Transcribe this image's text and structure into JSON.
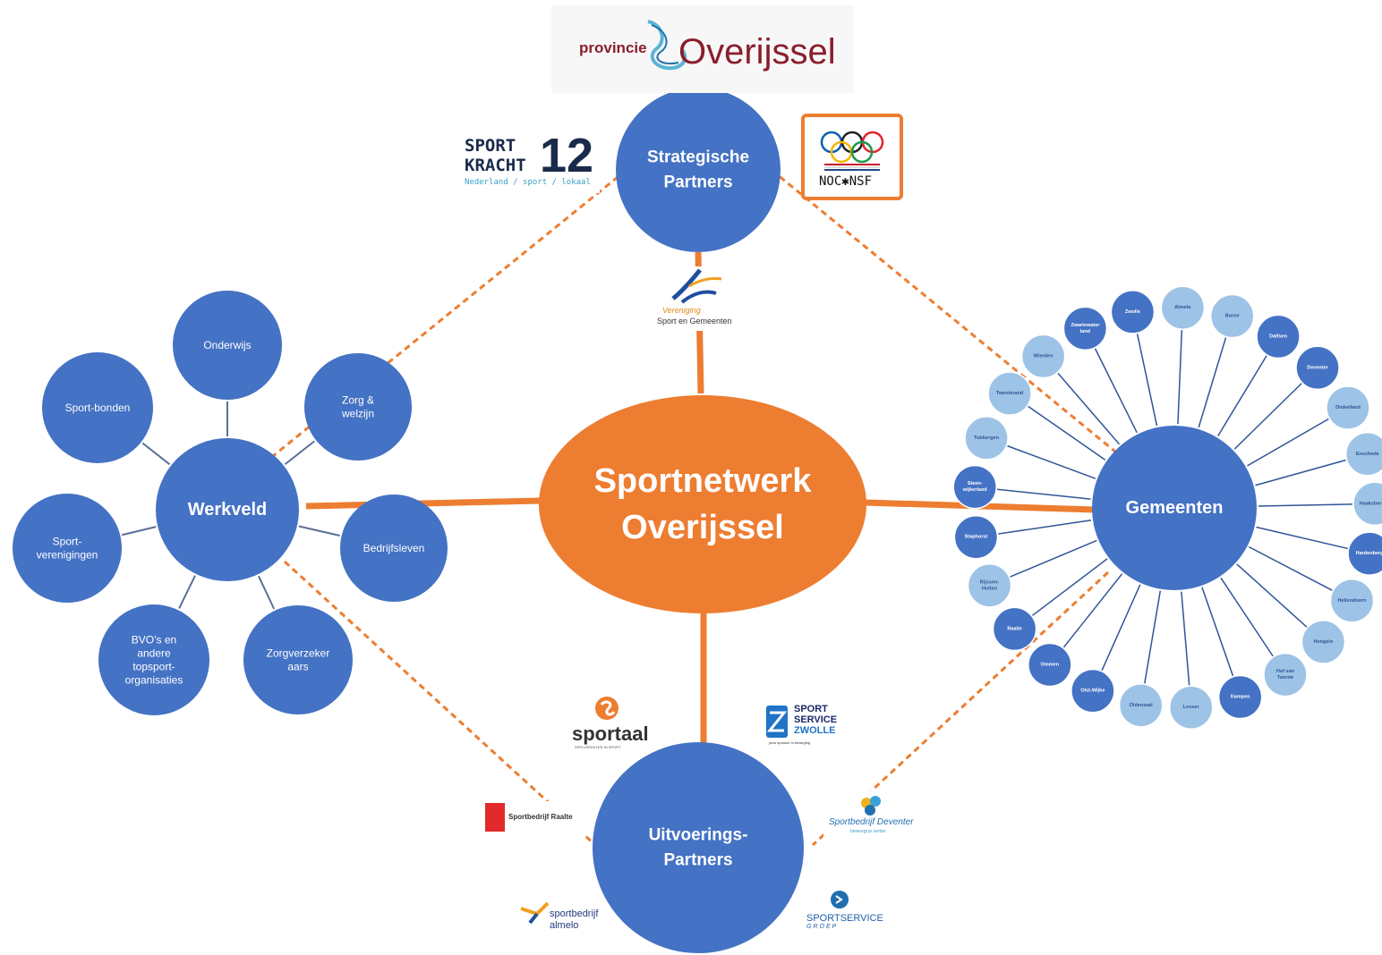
{
  "colors": {
    "hub": "#ED7D31",
    "node": "#4472C4",
    "node_light": "#9DC3E6",
    "connector": "#ED7D31",
    "spoke": "#2F5597",
    "text": "#FFFFFF"
  },
  "center": {
    "line1": "Sportnetwerk",
    "line2": "Overijssel"
  },
  "hubs": {
    "strategisch": [
      "Strategische",
      "Partners"
    ],
    "werkveld": [
      "Werkveld"
    ],
    "gemeenten": [
      "Gemeenten"
    ],
    "uitvoering": [
      "Uitvoerings-",
      "Partners"
    ]
  },
  "werkveld_nodes": [
    {
      "id": "onderwijs",
      "lines": [
        "Onderwijs"
      ]
    },
    {
      "id": "zorg-welzijn",
      "lines": [
        "Zorg &",
        "welzijn"
      ]
    },
    {
      "id": "sport-bonden",
      "lines": [
        "Sport-bonden"
      ]
    },
    {
      "id": "sportverenigingen",
      "lines": [
        "Sport-",
        "verenigingen"
      ]
    },
    {
      "id": "bedrijfsleven",
      "lines": [
        "Bedrijfsleven"
      ]
    },
    {
      "id": "bvo",
      "lines": [
        "BVO’s en",
        "andere",
        "topsport-",
        "organisaties"
      ]
    },
    {
      "id": "zorgverzekeraars",
      "lines": [
        "Zorgverzeker",
        "aars"
      ]
    }
  ],
  "gemeenten_nodes": [
    {
      "lines": [
        "Zwolle"
      ],
      "tone": "dark"
    },
    {
      "lines": [
        "Almelo"
      ],
      "tone": "light"
    },
    {
      "lines": [
        "Borne"
      ],
      "tone": "light"
    },
    {
      "lines": [
        "Dalfsen"
      ],
      "tone": "dark"
    },
    {
      "lines": [
        "Deventer"
      ],
      "tone": "dark"
    },
    {
      "lines": [
        "Dinkelland"
      ],
      "tone": "light"
    },
    {
      "lines": [
        "Enschede"
      ],
      "tone": "light"
    },
    {
      "lines": [
        "Haaksbergen"
      ],
      "tone": "light"
    },
    {
      "lines": [
        "Hardenberg"
      ],
      "tone": "dark"
    },
    {
      "lines": [
        "Hellendoorn"
      ],
      "tone": "light"
    },
    {
      "lines": [
        "Hengelo"
      ],
      "tone": "light"
    },
    {
      "lines": [
        "Hof van",
        "Twente"
      ],
      "tone": "light"
    },
    {
      "lines": [
        "Kampen"
      ],
      "tone": "dark"
    },
    {
      "lines": [
        "Losser"
      ],
      "tone": "light"
    },
    {
      "lines": [
        "Oldenzaal"
      ],
      "tone": "light"
    },
    {
      "lines": [
        "Olst-Wijhe"
      ],
      "tone": "dark"
    },
    {
      "lines": [
        "Ommen"
      ],
      "tone": "dark"
    },
    {
      "lines": [
        "Raalte"
      ],
      "tone": "dark"
    },
    {
      "lines": [
        "Rijssen-",
        "Holten"
      ],
      "tone": "light"
    },
    {
      "lines": [
        "Staphorst"
      ],
      "tone": "dark"
    },
    {
      "lines": [
        "Steen-",
        "wijkerland"
      ],
      "tone": "dark"
    },
    {
      "lines": [
        "Tubbergen"
      ],
      "tone": "light"
    },
    {
      "lines": [
        "Twenterand"
      ],
      "tone": "light"
    },
    {
      "lines": [
        "Wierden"
      ],
      "tone": "light"
    },
    {
      "lines": [
        "Zwartewater",
        "land"
      ],
      "tone": "dark"
    }
  ],
  "logos": {
    "provincie": {
      "small": "provincie",
      "big": "Overijssel"
    },
    "sportkracht": {
      "line1": "SPORT",
      "line2": "KRACHT",
      "number": "12",
      "tagline": "Nederland / sport / lokaal"
    },
    "nocnsf": {
      "text": "NOC✱NSF"
    },
    "vsg": {
      "line1": "Vereniging",
      "line2": "Sport en Gemeenten"
    },
    "sportaal": {
      "name": "sportaal",
      "tagline": "SPELVERDELER IN SPORT"
    },
    "ssz": {
      "line1": "SPORT",
      "line2": "SERVICE",
      "line3": "ZWOLLE",
      "tagline": "jouw sponsor in beweging"
    },
    "raalte": {
      "text": "Sportbedrijf Raalte"
    },
    "deventer": {
      "text": "Sportbedrijf Deventer",
      "tagline": "beweegt je verder"
    },
    "almelo": {
      "line1": "sportbedrijf",
      "line2": "almelo"
    },
    "sportservicegroep": {
      "line1": "SPORTSERVICE",
      "line2": "GROEP"
    }
  }
}
